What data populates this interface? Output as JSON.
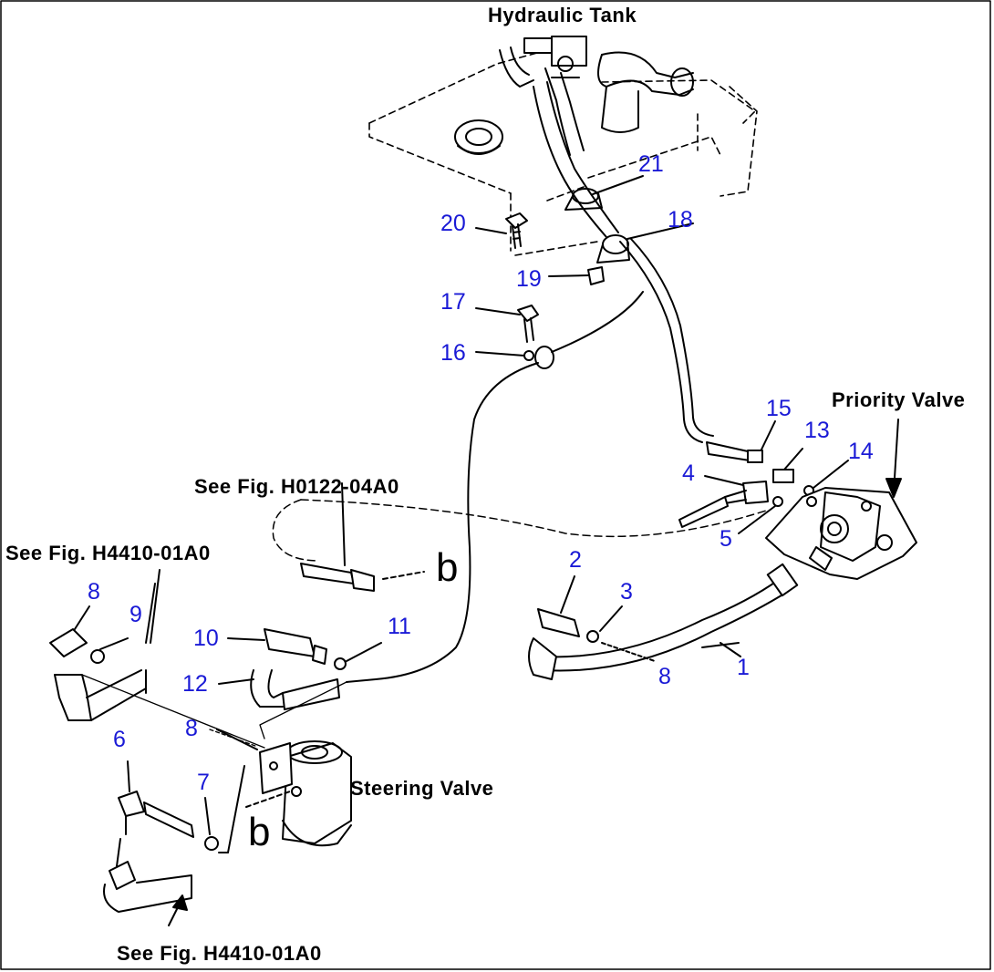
{
  "labels": {
    "hydraulic_tank": "Hydraulic  Tank",
    "priority_valve": "Priority  Valve",
    "steering_valve": "Steering  Valve",
    "see_fig_h0122": "See  Fig.  H0122-04A0",
    "see_fig_h4410_top": "See  Fig.  H4410-01A0",
    "see_fig_h4410_bottom": "See  Fig.  H4410-01A0",
    "connector_b_top": "b",
    "connector_b_bottom": "b"
  },
  "callouts": {
    "n1": "1",
    "n2": "2",
    "n3": "3",
    "n4": "4",
    "n5": "5",
    "n6": "6",
    "n7": "7",
    "n8a": "8",
    "n8b": "8",
    "n8c": "8",
    "n9": "9",
    "n10": "10",
    "n11": "11",
    "n12": "12",
    "n13": "13",
    "n14": "14",
    "n15": "15",
    "n16": "16",
    "n17": "17",
    "n18": "18",
    "n19": "19",
    "n20": "20",
    "n21": "21"
  },
  "colors": {
    "callout": "#1a1ad6",
    "line": "#000000",
    "background": "#ffffff"
  }
}
